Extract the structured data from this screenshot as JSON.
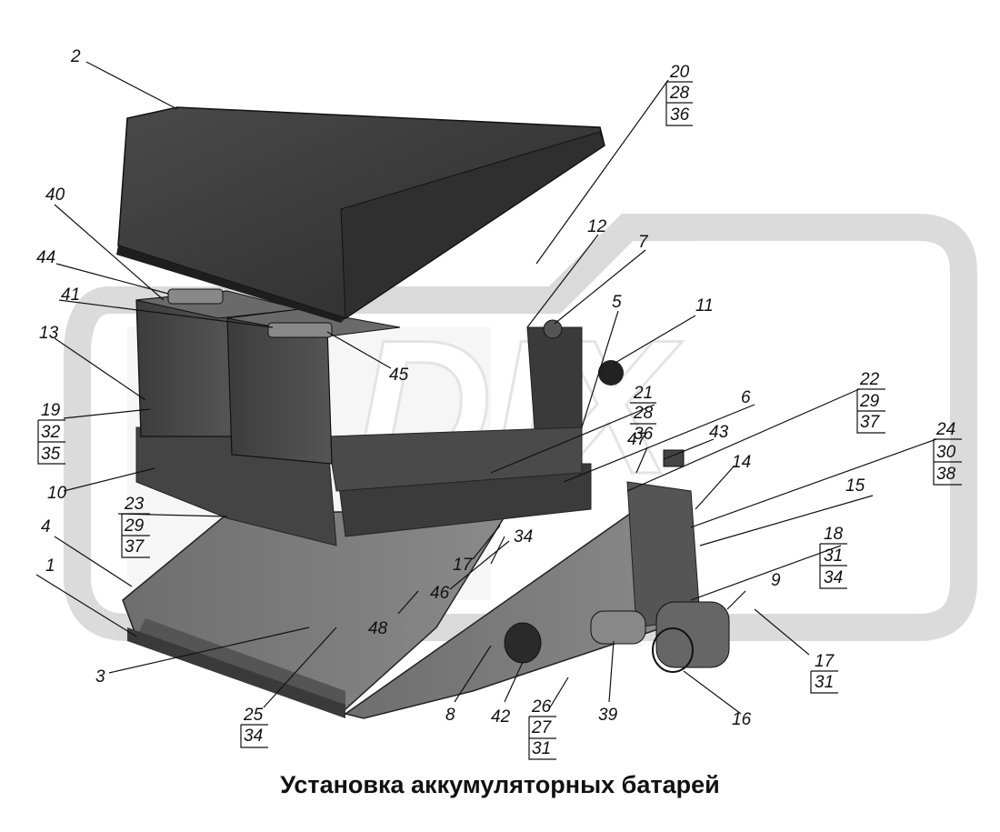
{
  "title": "Установка аккумуляторных батарей",
  "watermark_text": "DIX",
  "callouts": {
    "c1": "1",
    "c2": "2",
    "c3": "3",
    "c4": "4",
    "c5": "5",
    "c6": "6",
    "c7": "7",
    "c8": "8",
    "c9": "9",
    "c10": "10",
    "c11": "11",
    "c12": "12",
    "c13": "13",
    "c14": "14",
    "c15": "15",
    "c16": "16",
    "c17": "17",
    "c39": "39",
    "c40": "40",
    "c41": "41",
    "c42": "42",
    "c43": "43",
    "c44": "44",
    "c45": "45",
    "c46": "46",
    "c47": "47",
    "c48": "48",
    "c34": "34"
  },
  "stacks": {
    "s20": [
      "20",
      "28",
      "36"
    ],
    "s21": [
      "21",
      "28",
      "36"
    ],
    "s22": [
      "22",
      "29",
      "37"
    ],
    "s24": [
      "24",
      "30",
      "38"
    ],
    "s19": [
      "19",
      "32",
      "35"
    ],
    "s23": [
      "23",
      "29",
      "37"
    ],
    "s18": [
      "18",
      "31",
      "34"
    ],
    "s17": [
      "17",
      "31"
    ],
    "s25": [
      "25",
      "34"
    ],
    "s26": [
      "26",
      "27",
      "31"
    ]
  }
}
